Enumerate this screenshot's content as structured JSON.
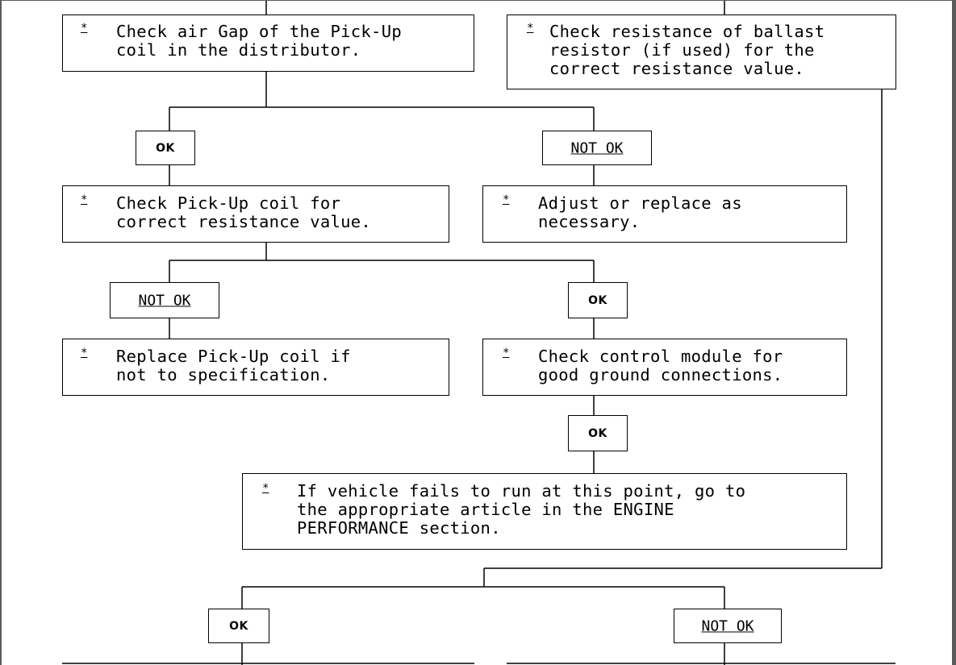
{
  "flowchart": {
    "boxes": {
      "air_gap": {
        "star": "*",
        "text": "Check air Gap of the Pick-Up\ncoil in the distributor."
      },
      "ballast": {
        "star": "*",
        "text": "Check resistance of ballast\nresistor (if used) for the\ncorrect resistance value."
      },
      "pickup_resistance": {
        "star": "*",
        "text": "Check Pick-Up coil for\ncorrect resistance value."
      },
      "adjust_replace": {
        "star": "*",
        "text": "Adjust or replace as\nnecessary."
      },
      "replace_pickup": {
        "star": "*",
        "text": "Replace Pick-Up coil if\nnot to specification."
      },
      "control_module": {
        "star": "*",
        "text": "Check control module for\ngood ground connections."
      },
      "vehicle_fails": {
        "star": "*",
        "text": "If vehicle fails to run at this point, go to\nthe appropriate article in the ENGINE\nPERFORMANCE section."
      }
    },
    "tags": {
      "ok_1": "OK",
      "not_ok_1": "NOT OK",
      "not_ok_2": "NOT OK",
      "ok_2": "OK",
      "ok_3": "OK",
      "ok_4": "OK",
      "not_ok_3": "NOT OK"
    }
  }
}
